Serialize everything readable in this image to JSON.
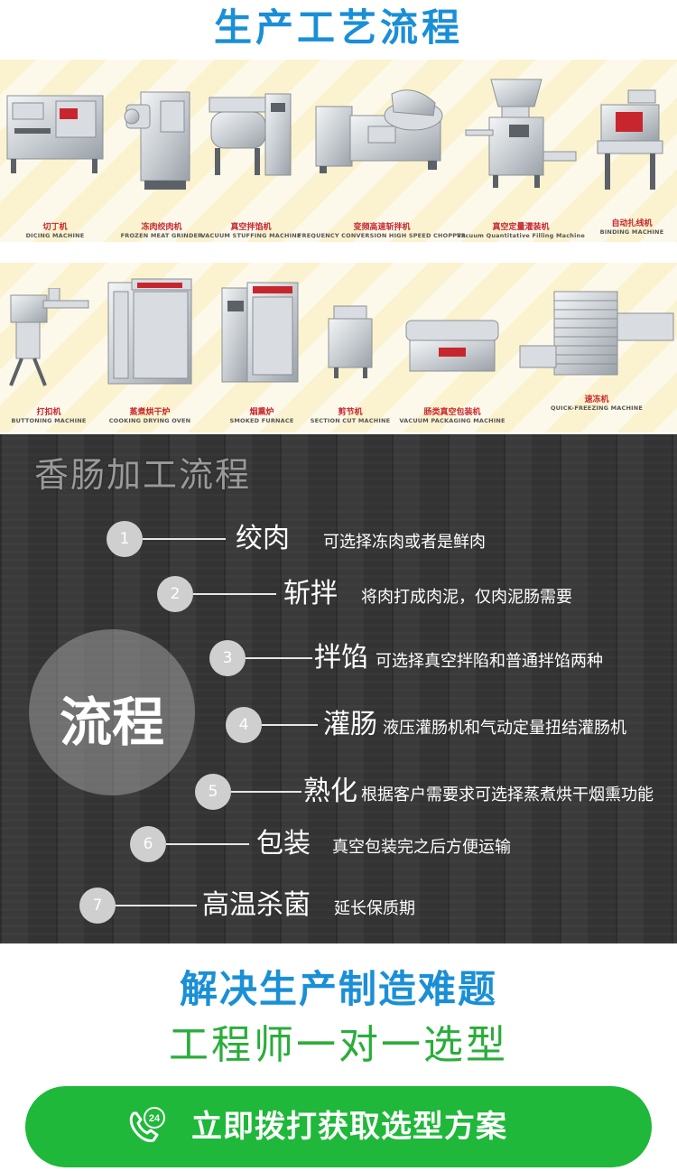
{
  "header": {
    "title": "生产工艺流程"
  },
  "machines_row1": [
    {
      "zh": "切丁机",
      "en": "DICING MACHINE"
    },
    {
      "zh": "冻肉绞肉机",
      "en": "FROZEN MEAT GRINDER"
    },
    {
      "zh": "真空拌馅机",
      "en": "VACUUM STUFFING MACHINE"
    },
    {
      "zh": "变频高速斩拌机",
      "en": "FREQUENCY CONVERSION HIGH SPEED CHOPPER"
    },
    {
      "zh": "真空定量灌装机",
      "en": "Vacuum Quantitative Filling Machine"
    },
    {
      "zh": "自动扎线机",
      "en": "BINDING MACHINE"
    }
  ],
  "machines_row2": [
    {
      "zh": "打扣机",
      "en": "BUTTONING MACHINE"
    },
    {
      "zh": "蒸煮烘干炉",
      "en": "COOKING DRYING OVEN"
    },
    {
      "zh": "烟熏炉",
      "en": "SMOKED FURNACE"
    },
    {
      "zh": "剪节机",
      "en": "SECTION CUT MACHINE"
    },
    {
      "zh": "肠类真空包装机",
      "en": "VACUUM PACKAGING MACHINE"
    },
    {
      "zh": "速冻机",
      "en": "QUICK-FREEZING MACHINE"
    }
  ],
  "process": {
    "title": "香肠加工流程",
    "center_label": "流程",
    "steps": [
      {
        "num": "1",
        "name": "绞肉",
        "desc": "可选择冻肉或者是鲜肉"
      },
      {
        "num": "2",
        "name": "斩拌",
        "desc": "将肉打成肉泥，仅肉泥肠需要"
      },
      {
        "num": "3",
        "name": "拌馅",
        "desc": "可选择真空拌陷和普通拌馅两种"
      },
      {
        "num": "4",
        "name": "灌肠",
        "desc": "液压灌肠机和气动定量扭结灌肠机"
      },
      {
        "num": "5",
        "name": "熟化",
        "desc": "根据客户需要求可选择蒸煮烘干烟熏功能"
      },
      {
        "num": "6",
        "name": "包装",
        "desc": "真空包装完之后方便运输"
      },
      {
        "num": "7",
        "name": "高温杀菌",
        "desc": "延长保质期"
      }
    ]
  },
  "cta": {
    "headline": "解决生产制造难题",
    "subline": "工程师一对一选型",
    "button_label": "立即拨打获取选型方案",
    "badge": "24"
  },
  "colors": {
    "blue": "#1a8fd6",
    "green": "#1fb83a",
    "red_label": "#c8262e"
  }
}
